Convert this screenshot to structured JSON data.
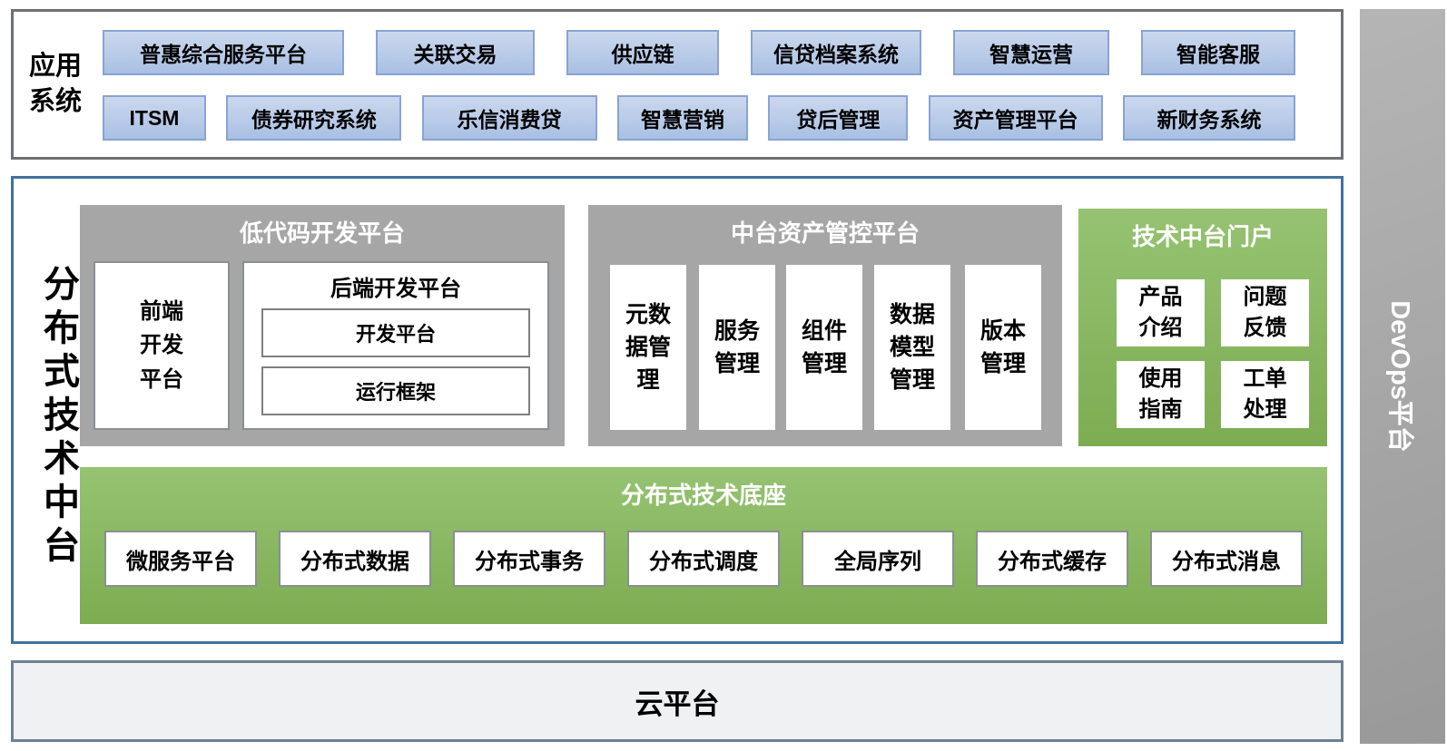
{
  "app_systems": {
    "label": "应用系统",
    "row1": [
      "普惠综合服务平台",
      "关联交易",
      "供应链",
      "信贷档案系统",
      "智慧运营",
      "智能客服"
    ],
    "row2": [
      "ITSM",
      "债券研究系统",
      "乐信消费贷",
      "智慧营销",
      "贷后管理",
      "资产管理平台",
      "新财务系统"
    ]
  },
  "middle": {
    "side_label": "分布式技术中台",
    "low_code": {
      "title": "低代码开发平台",
      "frontend": "前端开发平台",
      "backend_title": "后端开发平台",
      "backend_items": [
        "开发平台",
        "运行框架"
      ]
    },
    "asset": {
      "title": "中台资产管控平台",
      "items": [
        "元数据管理",
        "服务管理",
        "组件管理",
        "数据模型管理",
        "版本管理"
      ]
    },
    "portal": {
      "title": "技术中台门户",
      "items": [
        "产品介绍",
        "问题反馈",
        "使用指南",
        "工单处理"
      ]
    },
    "base": {
      "title": "分布式技术底座",
      "items": [
        "微服务平台",
        "分布式数据",
        "分布式事务",
        "分布式调度",
        "全局序列",
        "分布式缓存",
        "分布式消息"
      ]
    }
  },
  "cloud": {
    "label": "云平台"
  },
  "devops": {
    "label": "DevOps平台"
  },
  "colors": {
    "blue_box_fill": "#aec3e5",
    "blue_box_border": "#89a3d2",
    "gray_panel": "#a6a6a6",
    "green_panel": "#8ab762",
    "top_border": "#6d7176",
    "mid_border": "#41719C",
    "cloud_fill": "#f0f1f2",
    "cloud_border": "#6e8091",
    "devops_fill": "#a8a8a8"
  }
}
